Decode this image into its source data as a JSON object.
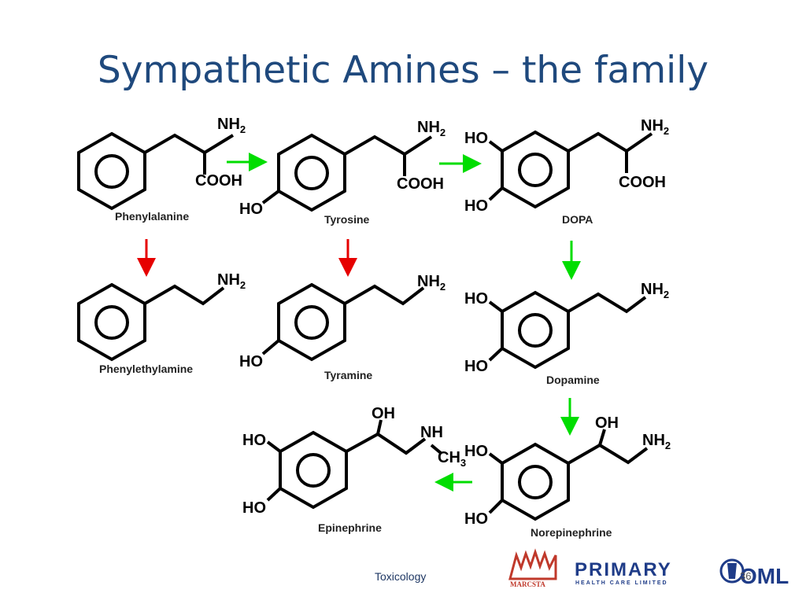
{
  "slide": {
    "title": "Sympathetic Amines – the family",
    "footer": "Toxicology",
    "page_number": "36"
  },
  "groups": {
    "nh2": "NH",
    "nh2_sub": "2",
    "cooh": "COOH",
    "ho": "HO",
    "oh": "OH",
    "nh": "NH",
    "ch3": "CH",
    "ch3_sub": "3"
  },
  "compounds": {
    "phenylalanine": "Phenylalanine",
    "tyrosine": "Tyrosine",
    "dopa": "DOPA",
    "phenylethylamine": "Phenylethylamine",
    "tyramine": "Tyramine",
    "dopamine": "Dopamine",
    "epinephrine": "Epinephrine",
    "norepinephrine": "Norepinephrine"
  },
  "logos": {
    "marcsta": "MARCSTA",
    "primary": "PRIMARY",
    "primary_tagline": "HEALTH CARE LIMITED",
    "oml": "OML"
  },
  "colors": {
    "title": "#1f497d",
    "green_arrow": "#00dd00",
    "red_arrow": "#e60000",
    "primary_blue": "#1f3c88",
    "marcsta_red": "#c0392b"
  }
}
